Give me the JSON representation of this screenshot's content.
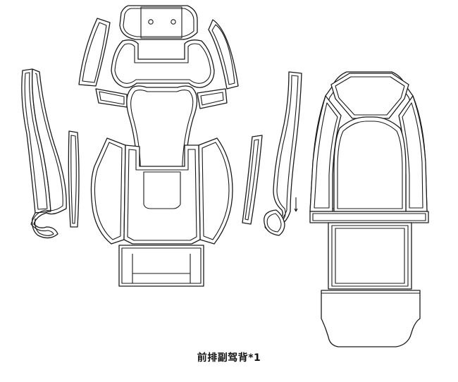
{
  "caption": "前排副驾背*1",
  "colors": {
    "stroke": "#1a1a1a",
    "background": "#ffffff"
  },
  "pieces": {
    "left_group": [
      "headrest-top-piece",
      "upper-left-bolster-piece",
      "upper-right-bolster-piece",
      "shoulder-piece",
      "left-shoulder-tab",
      "right-shoulder-tab",
      "center-back-piece",
      "left-side-panel",
      "right-side-panel",
      "bottom-seat-piece",
      "left-side-strip",
      "left-side-curve",
      "right-side-curve",
      "right-side-strip"
    ],
    "right_group": [
      "top-shoulder-piece",
      "left-wing-piece",
      "right-wing-piece",
      "main-back-piece",
      "horizontal-band",
      "lower-back-panel",
      "bottom-base-piece"
    ]
  }
}
